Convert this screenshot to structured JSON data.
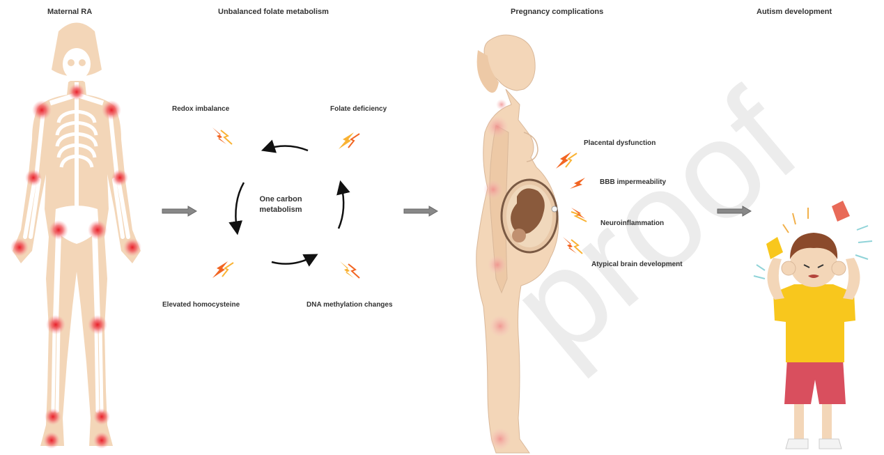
{
  "headers": {
    "maternal_ra": "Maternal RA",
    "folate": "Unbalanced folate metabolism",
    "pregnancy": "Pregnancy complications",
    "autism": "Autism development"
  },
  "cycle": {
    "center_line1": "One carbon",
    "center_line2": "metabolism",
    "redox": "Redox imbalance",
    "folate_deficiency": "Folate deficiency",
    "homocysteine": "Elevated homocysteine",
    "dna": "DNA methylation changes"
  },
  "pregnancy_effects": {
    "placental": "Placental dysfunction",
    "bbb": "BBB impermeability",
    "neuro": "Neuroinflammation",
    "brain": "Atypical brain development"
  },
  "watermark": "proof",
  "colors": {
    "skin": "#f3d6b8",
    "bone": "#ffffff",
    "inflammation": "#e8202a",
    "arrow_gray": "#777777",
    "shirt": "#f8c71d",
    "shorts": "#d94f5e",
    "lightning_dark": "#f26522",
    "lightning_light": "#f9b233"
  }
}
